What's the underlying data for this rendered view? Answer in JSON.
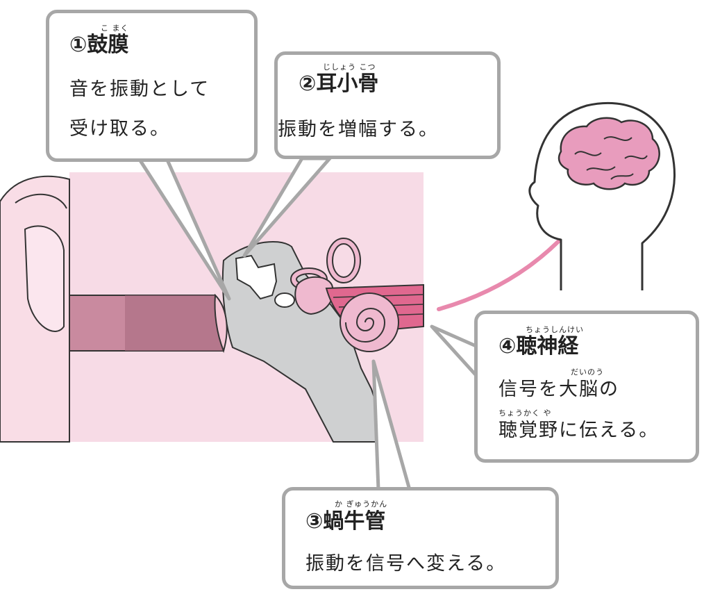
{
  "colors": {
    "pink_background": "#f7dbe6",
    "skin": "#f9dde6",
    "bone": "#cfd0d1",
    "cochlea": "#efb9cf",
    "nerve": "#e0688f",
    "arrow": "#e889ad",
    "brain": "#e89cbd",
    "callout_border": "#a7a7a7",
    "text": "#222222"
  },
  "callouts": {
    "eardrum": {
      "number": "①",
      "name": "鼓膜",
      "ruby": "こ まく",
      "line1": "音を振動として",
      "line2": "受け取る。"
    },
    "ossicles": {
      "number": "②",
      "name": "耳小骨",
      "ruby": "じしょう こつ",
      "line1": "振動を増幅する。"
    },
    "cochlea": {
      "number": "③",
      "name": "蝸牛管",
      "ruby": "か ぎゅうかん",
      "line1": "振動を信号へ変える。"
    },
    "auditory_nerve": {
      "number": "④",
      "name": "聴神経",
      "ruby": "ちょうしんけい",
      "line1": "信号を大脳の",
      "line1_ruby": "だいのう",
      "line2": "聴覚野に伝える。",
      "line2_ruby": "ちょうかく や"
    }
  },
  "icons": [
    "ear-illustration",
    "head-silhouette-icon",
    "brain-icon",
    "arrow-to-brain-icon"
  ]
}
